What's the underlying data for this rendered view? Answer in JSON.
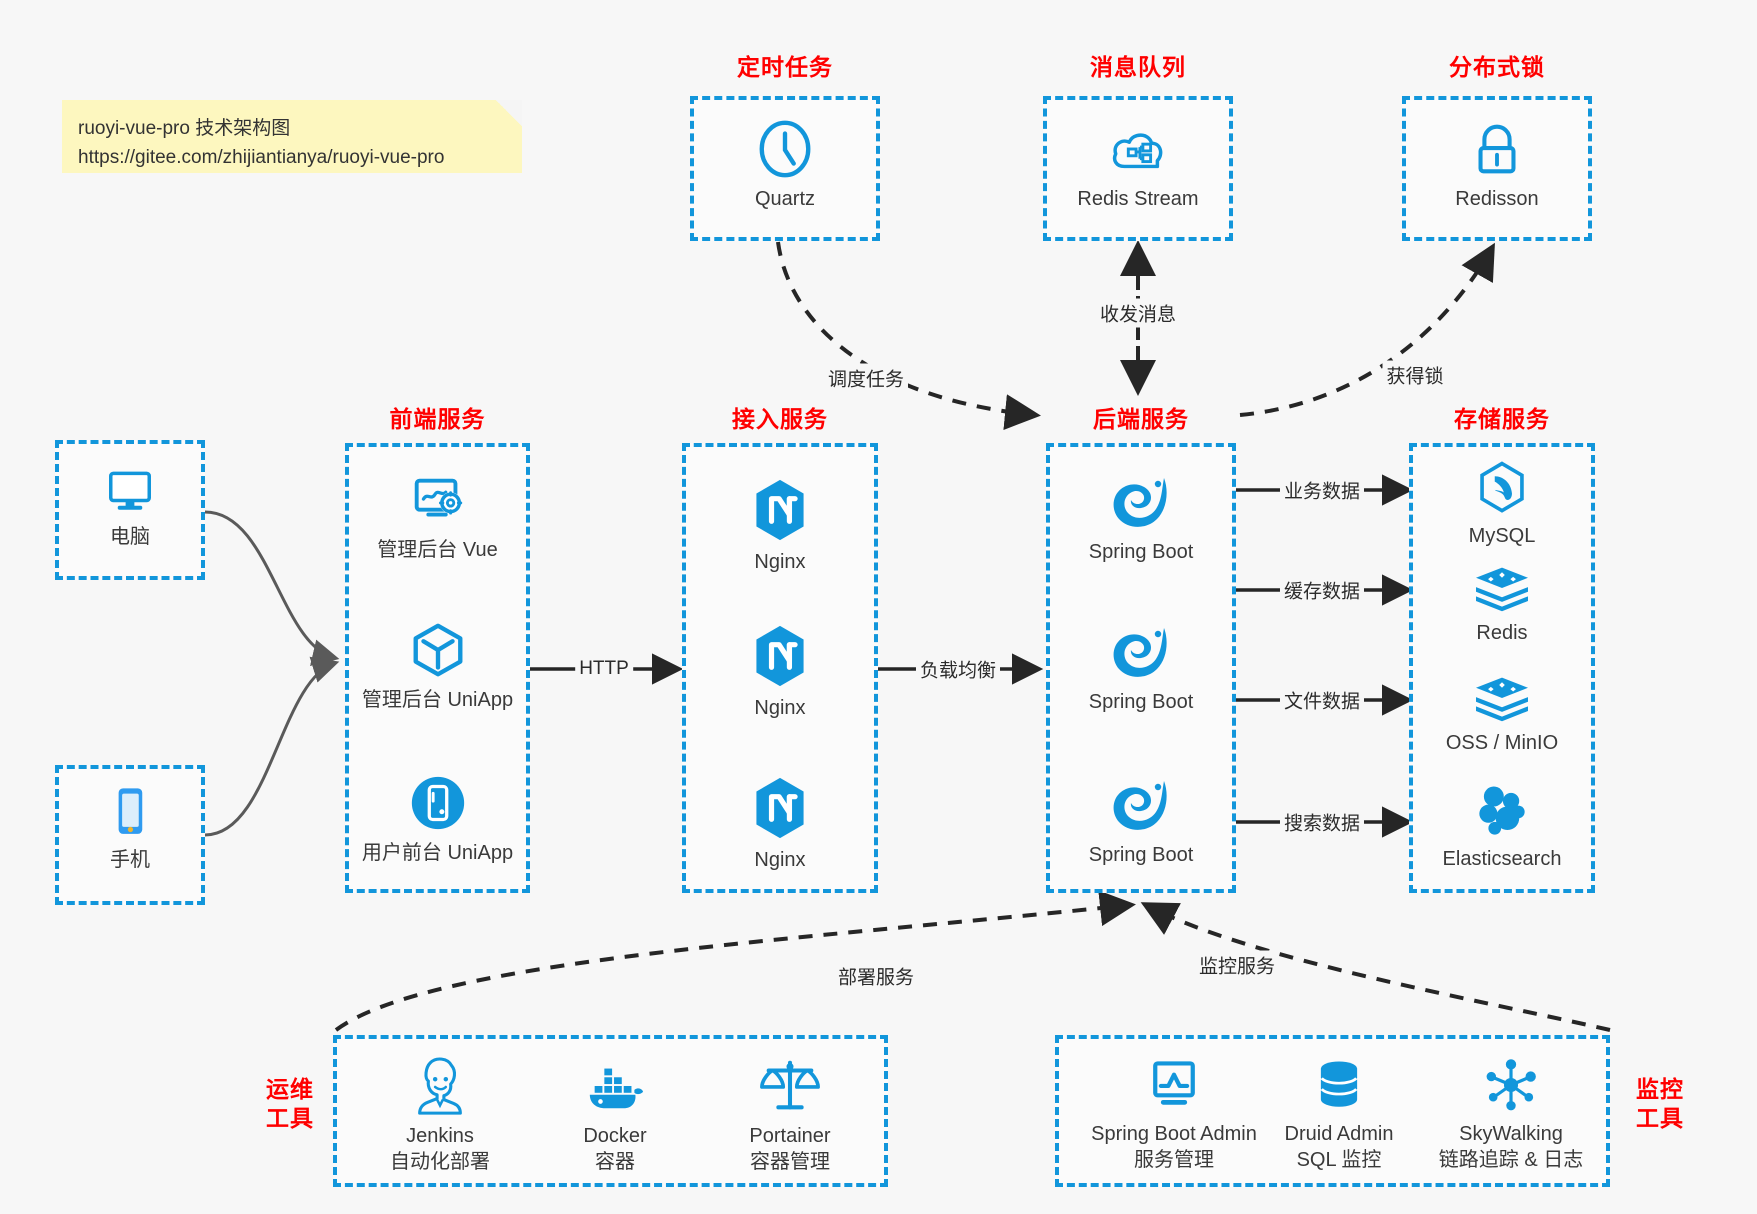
{
  "note": {
    "line1": "ruoyi-vue-pro 技术架构图",
    "line2": "https://gitee.com/zhijiantianya/ruoyi-vue-pro"
  },
  "colors": {
    "accent_blue": "#1296db",
    "group_title_red": "#ff0000",
    "canvas_bg": "#f7f7f7",
    "note_bg": "#fdf7bf",
    "wire_gray": "#666666",
    "wire_black": "#262626"
  },
  "groups": {
    "scheduler": {
      "title": "定时任务"
    },
    "mq": {
      "title": "消息队列"
    },
    "lock": {
      "title": "分布式锁"
    },
    "frontend": {
      "title": "前端服务"
    },
    "gateway": {
      "title": "接入服务"
    },
    "backend": {
      "title": "后端服务"
    },
    "storage": {
      "title": "存储服务"
    },
    "devops": {
      "title_line1": "运维",
      "title_line2": "工具"
    },
    "monitor": {
      "title_line1": "监控",
      "title_line2": "工具"
    }
  },
  "nodes": {
    "clients": [
      {
        "label": "电脑",
        "icon": "desktop-icon"
      },
      {
        "label": "手机",
        "icon": "phone-icon"
      }
    ],
    "scheduler": [
      {
        "label": "Quartz",
        "icon": "clock-icon"
      }
    ],
    "mq": [
      {
        "label": "Redis Stream",
        "icon": "cloud-stream-icon"
      }
    ],
    "lock": [
      {
        "label": "Redisson",
        "icon": "lock-icon"
      }
    ],
    "frontend": [
      {
        "label": "管理后台 Vue",
        "icon": "dashboard-gear-icon"
      },
      {
        "label": "管理后台 UniApp",
        "icon": "cube-icon"
      },
      {
        "label": "用户前台 UniApp",
        "icon": "mobile-circle-icon"
      }
    ],
    "gateway": [
      {
        "label": "Nginx",
        "icon": "nginx-icon"
      },
      {
        "label": "Nginx",
        "icon": "nginx-icon"
      },
      {
        "label": "Nginx",
        "icon": "nginx-icon"
      }
    ],
    "backend": [
      {
        "label": "Spring Boot",
        "icon": "spring-leaf-icon"
      },
      {
        "label": "Spring Boot",
        "icon": "spring-leaf-icon"
      },
      {
        "label": "Spring Boot",
        "icon": "spring-leaf-icon"
      }
    ],
    "storage": [
      {
        "label": "MySQL",
        "icon": "mysql-dolphin-icon"
      },
      {
        "label": "Redis",
        "icon": "redis-stack-icon"
      },
      {
        "label": "OSS / MinIO",
        "icon": "redis-stack-icon"
      },
      {
        "label": "Elasticsearch",
        "icon": "elasticsearch-icon"
      }
    ],
    "devops": [
      {
        "label": "Jenkins",
        "sub": "自动化部署",
        "icon": "jenkins-butler-icon"
      },
      {
        "label": "Docker",
        "sub": "容器",
        "icon": "docker-whale-icon"
      },
      {
        "label": "Portainer",
        "sub": "容器管理",
        "icon": "scales-icon"
      }
    ],
    "monitor": [
      {
        "label": "Spring Boot Admin",
        "sub": "服务管理",
        "icon": "monitor-chart-icon"
      },
      {
        "label": "Druid Admin",
        "sub": "SQL 监控",
        "icon": "database-icon"
      },
      {
        "label": "SkyWalking",
        "sub": "链路追踪 & 日志",
        "icon": "skywalking-nodes-icon"
      }
    ]
  },
  "edges": [
    {
      "id": "http",
      "label": "HTTP"
    },
    {
      "id": "lb",
      "label": "负载均衡"
    },
    {
      "id": "sched",
      "label": "调度任务"
    },
    {
      "id": "mqmsg",
      "label": "收发消息"
    },
    {
      "id": "getlock",
      "label": "获得锁"
    },
    {
      "id": "bizdata",
      "label": "业务数据"
    },
    {
      "id": "cachedata",
      "label": "缓存数据"
    },
    {
      "id": "filedata",
      "label": "文件数据"
    },
    {
      "id": "searchdata",
      "label": "搜索数据"
    },
    {
      "id": "deploy",
      "label": "部署服务"
    },
    {
      "id": "monitorsvc",
      "label": "监控服务"
    }
  ]
}
